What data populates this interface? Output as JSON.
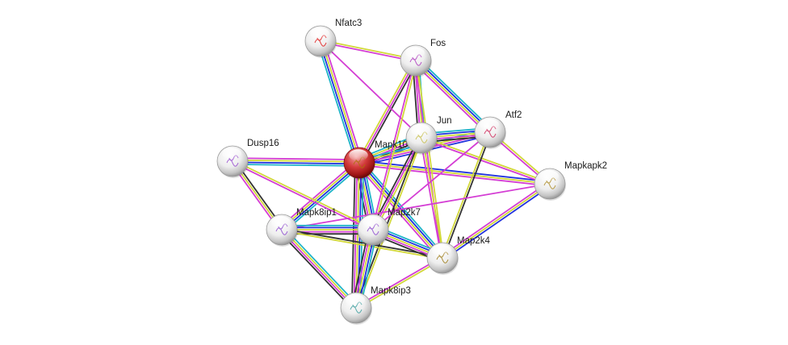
{
  "network": {
    "query_node": "Mapk10",
    "nodes": [
      {
        "id": "Mapk10",
        "label": "Mapk10",
        "query": true,
        "glyph": "#b0700a"
      },
      {
        "id": "Nfatc3",
        "label": "Nfatc3",
        "query": false,
        "glyph": "#e02020"
      },
      {
        "id": "Fos",
        "label": "Fos",
        "query": false,
        "glyph": "#b040c0"
      },
      {
        "id": "Jun",
        "label": "Jun",
        "query": false,
        "glyph": "#c8c050"
      },
      {
        "id": "Atf2",
        "label": "Atf2",
        "query": false,
        "glyph": "#d03060"
      },
      {
        "id": "Dusp16",
        "label": "Dusp16",
        "query": false,
        "glyph": "#9a50d0"
      },
      {
        "id": "Mapkapk2",
        "label": "Mapkapk2",
        "query": false,
        "glyph": "#b09030"
      },
      {
        "id": "Mapk8ip1",
        "label": "Mapk8ip1",
        "query": false,
        "glyph": "#9050d0"
      },
      {
        "id": "Map2k7",
        "label": "Map2k7",
        "query": false,
        "glyph": "#9050d0"
      },
      {
        "id": "Map2k4",
        "label": "Map2k4",
        "query": false,
        "glyph": "#a08020"
      },
      {
        "id": "Mapk8ip3",
        "label": "Mapk8ip3",
        "query": false,
        "glyph": "#40a0a0"
      }
    ],
    "edges": [
      {
        "source": "Mapk10",
        "target": "Nfatc3",
        "colors": [
          "#1fb5c8",
          "#2233dd",
          "#d2d83a",
          "#d43dd4"
        ]
      },
      {
        "source": "Mapk10",
        "target": "Fos",
        "colors": [
          "#d2d83a",
          "#d43dd4",
          "#333333"
        ]
      },
      {
        "source": "Mapk10",
        "target": "Jun",
        "colors": [
          "#1fb5c8",
          "#d2d83a",
          "#d43dd4",
          "#333333",
          "#2233dd"
        ]
      },
      {
        "source": "Mapk10",
        "target": "Atf2",
        "colors": [
          "#1fb5c8",
          "#d2d83a",
          "#d43dd4",
          "#2233dd"
        ]
      },
      {
        "source": "Mapk10",
        "target": "Dusp16",
        "colors": [
          "#1fb5c8",
          "#2233dd",
          "#d2d83a",
          "#d43dd4"
        ]
      },
      {
        "source": "Mapk10",
        "target": "Mapkapk2",
        "colors": [
          "#2233dd",
          "#d2d83a",
          "#d43dd4"
        ]
      },
      {
        "source": "Mapk10",
        "target": "Mapk8ip1",
        "colors": [
          "#1fb5c8",
          "#2233dd",
          "#d2d83a",
          "#d43dd4"
        ]
      },
      {
        "source": "Mapk10",
        "target": "Map2k7",
        "colors": [
          "#1fb5c8",
          "#2233dd",
          "#d2d83a",
          "#d43dd4",
          "#333333"
        ]
      },
      {
        "source": "Mapk10",
        "target": "Map2k4",
        "colors": [
          "#1fb5c8",
          "#2233dd",
          "#d2d83a",
          "#d43dd4"
        ]
      },
      {
        "source": "Mapk10",
        "target": "Mapk8ip3",
        "colors": [
          "#1fb5c8",
          "#2233dd",
          "#d2d83a",
          "#d43dd4",
          "#333333"
        ]
      },
      {
        "source": "Nfatc3",
        "target": "Fos",
        "colors": [
          "#d2d83a",
          "#d43dd4"
        ]
      },
      {
        "source": "Nfatc3",
        "target": "Jun",
        "colors": [
          "#d43dd4"
        ]
      },
      {
        "source": "Fos",
        "target": "Jun",
        "colors": [
          "#1fb5c8",
          "#d2d83a",
          "#d43dd4",
          "#333333"
        ]
      },
      {
        "source": "Fos",
        "target": "Atf2",
        "colors": [
          "#1fb5c8",
          "#2233dd",
          "#d2d83a",
          "#d43dd4"
        ]
      },
      {
        "source": "Fos",
        "target": "Map2k7",
        "colors": [
          "#d2d83a",
          "#d43dd4"
        ]
      },
      {
        "source": "Fos",
        "target": "Map2k4",
        "colors": [
          "#d2d83a",
          "#d43dd4"
        ]
      },
      {
        "source": "Jun",
        "target": "Atf2",
        "colors": [
          "#1fb5c8",
          "#2233dd",
          "#d2d83a",
          "#d43dd4",
          "#333333"
        ]
      },
      {
        "source": "Jun",
        "target": "Mapkapk2",
        "colors": [
          "#d2d83a",
          "#d43dd4"
        ]
      },
      {
        "source": "Jun",
        "target": "Map2k7",
        "colors": [
          "#d2d83a",
          "#d43dd4",
          "#333333"
        ]
      },
      {
        "source": "Jun",
        "target": "Map2k4",
        "colors": [
          "#d2d83a",
          "#d43dd4"
        ]
      },
      {
        "source": "Jun",
        "target": "Mapk8ip3",
        "colors": [
          "#d2d83a",
          "#333333"
        ]
      },
      {
        "source": "Atf2",
        "target": "Mapkapk2",
        "colors": [
          "#d2d83a",
          "#d43dd4"
        ]
      },
      {
        "source": "Atf2",
        "target": "Map2k4",
        "colors": [
          "#333333",
          "#d2d83a"
        ]
      },
      {
        "source": "Atf2",
        "target": "Map2k7",
        "colors": [
          "#d43dd4"
        ]
      },
      {
        "source": "Mapkapk2",
        "target": "Map2k4",
        "colors": [
          "#2233dd",
          "#d2d83a",
          "#d43dd4"
        ]
      },
      {
        "source": "Mapkapk2",
        "target": "Mapk8ip1",
        "colors": [
          "#d43dd4"
        ]
      },
      {
        "source": "Dusp16",
        "target": "Mapk8ip1",
        "colors": [
          "#333333",
          "#d2d83a",
          "#d43dd4"
        ]
      },
      {
        "source": "Dusp16",
        "target": "Map2k7",
        "colors": [
          "#d2d83a",
          "#d43dd4"
        ]
      },
      {
        "source": "Mapk8ip1",
        "target": "Map2k7",
        "colors": [
          "#1fb5c8",
          "#2233dd",
          "#d2d83a",
          "#d43dd4",
          "#333333"
        ]
      },
      {
        "source": "Mapk8ip1",
        "target": "Map2k4",
        "colors": [
          "#333333",
          "#d2d83a"
        ]
      },
      {
        "source": "Mapk8ip1",
        "target": "Mapk8ip3",
        "colors": [
          "#1fb5c8",
          "#d2d83a",
          "#d43dd4",
          "#333333"
        ]
      },
      {
        "source": "Map2k7",
        "target": "Map2k4",
        "colors": [
          "#1fb5c8",
          "#2233dd",
          "#d2d83a",
          "#d43dd4",
          "#333333"
        ]
      },
      {
        "source": "Map2k7",
        "target": "Mapk8ip3",
        "colors": [
          "#1fb5c8",
          "#2233dd",
          "#d2d83a",
          "#d43dd4",
          "#333333"
        ]
      },
      {
        "source": "Map2k4",
        "target": "Mapk8ip3",
        "colors": [
          "#d2d83a",
          "#d43dd4"
        ]
      }
    ]
  }
}
